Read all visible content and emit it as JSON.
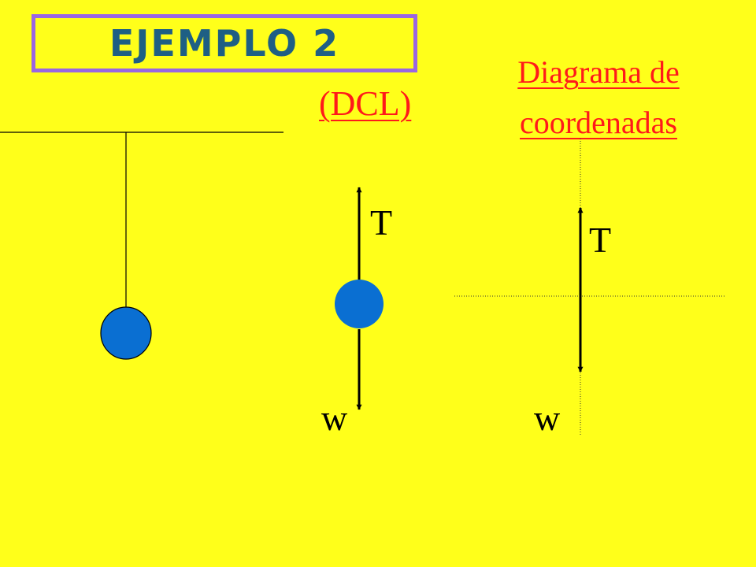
{
  "colors": {
    "background": "#ffff1a",
    "title_border": "#9a66e2",
    "title_text": "#1e5f84",
    "link_text": "#ff1a1a",
    "mass_fill": "#0a6fd2",
    "line": "#000000"
  },
  "title": "EJEMPLO 2",
  "dcl_label": "(DCL)",
  "coord_label_line1": "Diagrama de",
  "coord_label_line2": "coordenadas",
  "dcl_forces": {
    "tension": "T",
    "weight": "w"
  },
  "coord_forces": {
    "tension": "T",
    "weight": "w"
  }
}
